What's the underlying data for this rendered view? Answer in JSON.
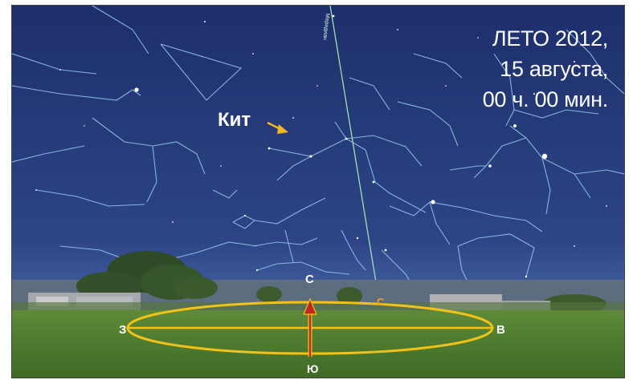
{
  "caption": {
    "season_year": "ЛЕТО 2012,",
    "date": "15 августа,",
    "time": "00 ч. 00 мин."
  },
  "labels": {
    "constellation": "Кит",
    "meridian": "Меридиан",
    "north": "С",
    "south": "Ю",
    "west": "З",
    "east": "В",
    "north_on_horizon": "С"
  },
  "colors": {
    "sky_top": "#1d2f6b",
    "sky_bottom": "#3c5aa0",
    "ground": "#4e7a2e",
    "constellation_lines": "#8fc3e8",
    "meridian_line": "#9fe0b0",
    "horizon_ellipse": "#f2c21a",
    "arrow": "#c0281e",
    "kit_arrow": "#f5b820"
  }
}
